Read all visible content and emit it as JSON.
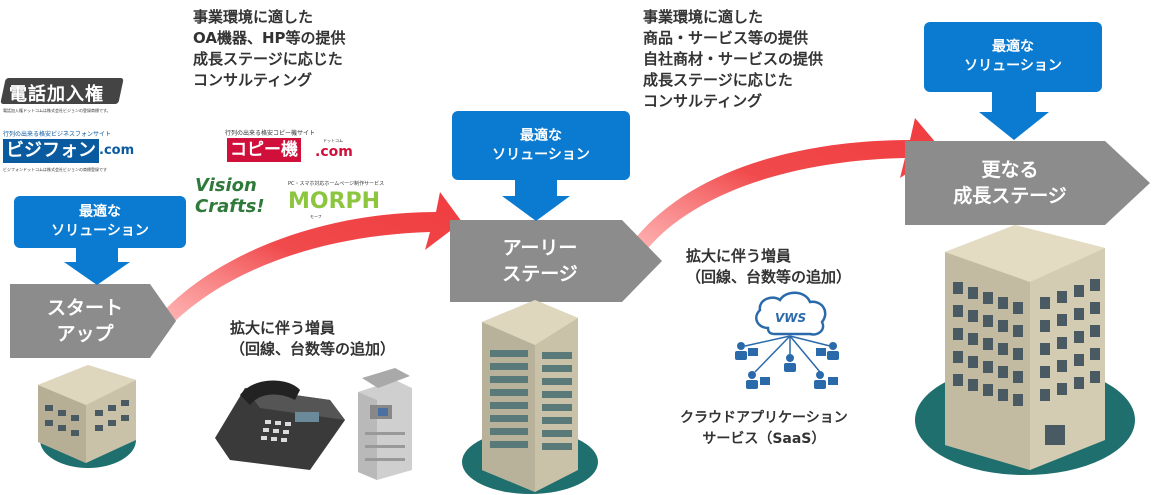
{
  "stages": {
    "startup": {
      "line1": "スタート",
      "line2": "アップ"
    },
    "early": {
      "line1": "アーリー",
      "line2": "ステージ"
    },
    "further": {
      "line1": "更なる",
      "line2": "成長ステージ"
    }
  },
  "solution_boxes": {
    "line1": "最適な",
    "line2": "ソリューション"
  },
  "text_blocks": {
    "top_left": [
      "事業環境に適した",
      "OA機器、HP等の提供",
      "成長ステージに応じた",
      "コンサルティング"
    ],
    "top_right": [
      "事業環境に適した",
      "商品・サービス等の提供",
      "自社商材・サービスの提供",
      "成長ステージに応じた",
      "コンサルティング"
    ],
    "expand_left": [
      "拡大に伴う増員",
      "（回線、台数等の追加）"
    ],
    "expand_right": [
      "拡大に伴う増員",
      "（回線、台数等の追加）"
    ],
    "cloud_caption": [
      "クラウドアプリケーション",
      "サービス（SaaS）"
    ]
  },
  "logos": {
    "denwa": {
      "main": "電話加入権",
      "sub": "電話加入権ドットコムは株式会社ビジョンの登録商標です。"
    },
    "bizphone": {
      "tagline": "行列の出来る格安ビジネスフォンサイト",
      "main": "ビジフォン",
      "dotcom": ".com",
      "sub": "ビジフォンドットコムは株式会社ビジョンの商標登録です"
    },
    "copyki": {
      "tagline": "行列の出来る格安コピー機サイト",
      "main": "コピー機",
      "dotcom": ".com",
      "kana": "ドットコム"
    },
    "vision_crafts": {
      "line1": "Vision",
      "line2": "Crafts!"
    },
    "morph": {
      "tagline": "PC・スマホ対応ホームページ制作サービス",
      "main": "MORPH",
      "kana": "モーフ"
    },
    "vws": "VWS"
  },
  "colors": {
    "accent_blue": "#0a7bd1",
    "stage_gray": "#8c8c8c",
    "arrow_red": "#f0474a"
  }
}
